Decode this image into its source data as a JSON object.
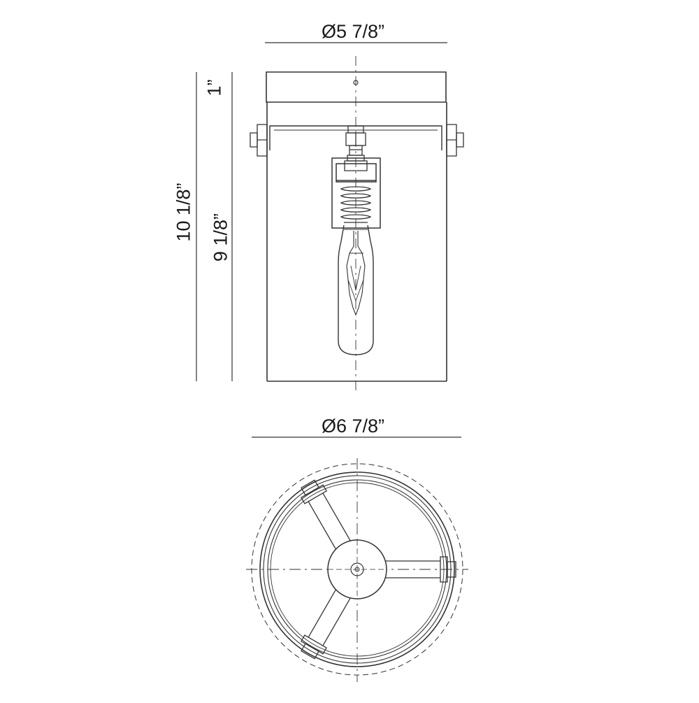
{
  "dimensions": {
    "top_diameter": "Ø5 7/8”",
    "bottom_diameter": "Ø6 7/8”",
    "overall_height": "10 1/8”",
    "shade_height": "9 1/8”",
    "canopy_height": "1”"
  },
  "colors": {
    "line": "#333333",
    "background": "#ffffff"
  }
}
